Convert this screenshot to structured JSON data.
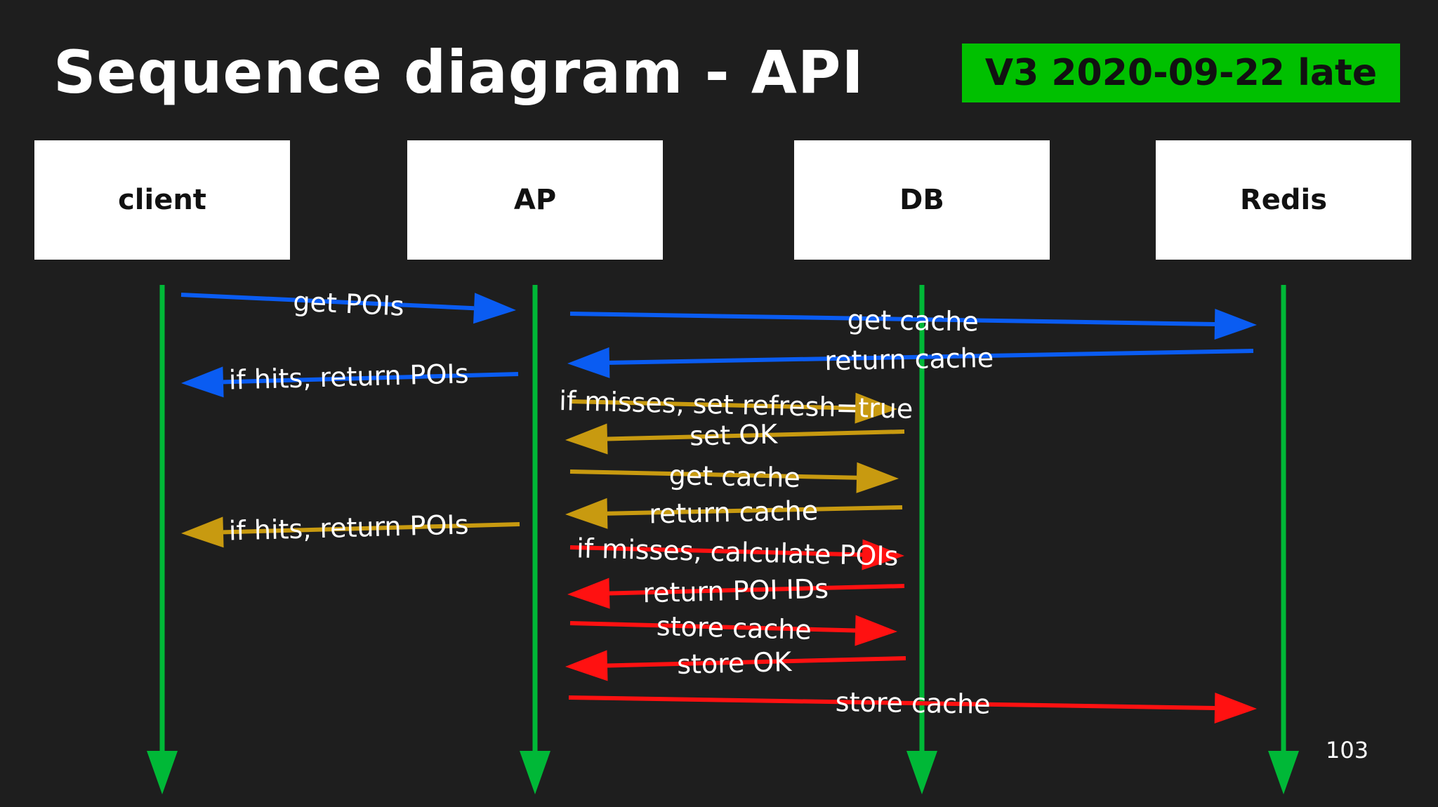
{
  "title": "Sequence diagram - API",
  "version_badge": {
    "text": "V3 2020-09-22 late",
    "color": "#00c000"
  },
  "colors": {
    "background": "#1e1e1e",
    "lifeline": "#00b837",
    "blue": "#0a5cf2",
    "gold": "#c89a10",
    "red": "#ff1111"
  },
  "participants": [
    {
      "id": "client",
      "label": "client"
    },
    {
      "id": "ap",
      "label": "AP"
    },
    {
      "id": "db",
      "label": "DB"
    },
    {
      "id": "redis",
      "label": "Redis"
    }
  ],
  "messages": [
    {
      "from": "client",
      "to": "ap",
      "label": "get POIs",
      "color": "blue"
    },
    {
      "from": "ap",
      "to": "redis",
      "label": "get cache",
      "color": "blue"
    },
    {
      "from": "redis",
      "to": "ap",
      "label": "return cache",
      "color": "blue"
    },
    {
      "from": "ap",
      "to": "client",
      "label": "if hits, return POIs",
      "color": "blue"
    },
    {
      "from": "ap",
      "to": "db",
      "label": "if misses, set refresh=true",
      "color": "gold"
    },
    {
      "from": "db",
      "to": "ap",
      "label": "set OK",
      "color": "gold"
    },
    {
      "from": "ap",
      "to": "db",
      "label": "get cache",
      "color": "gold"
    },
    {
      "from": "db",
      "to": "ap",
      "label": "return cache",
      "color": "gold"
    },
    {
      "from": "ap",
      "to": "client",
      "label": "if hits, return POIs",
      "color": "gold"
    },
    {
      "from": "ap",
      "to": "db",
      "label": "if misses, calculate POIs",
      "color": "red"
    },
    {
      "from": "db",
      "to": "ap",
      "label": "return POI IDs",
      "color": "red"
    },
    {
      "from": "ap",
      "to": "db",
      "label": "store cache",
      "color": "red"
    },
    {
      "from": "db",
      "to": "ap",
      "label": "store OK",
      "color": "red"
    },
    {
      "from": "ap",
      "to": "redis",
      "label": "store cache",
      "color": "red"
    }
  ],
  "page_number": "103"
}
